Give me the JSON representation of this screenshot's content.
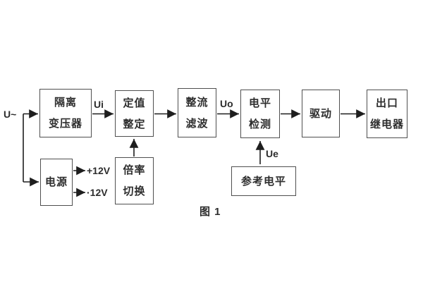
{
  "figure": {
    "caption": "图 1"
  },
  "signals": {
    "input": "U~",
    "ui": "Ui",
    "uo": "Uo",
    "ue": "Ue",
    "rail_pos": "+12V",
    "rail_neg": "·12V"
  },
  "blocks": {
    "isolation_transformer": {
      "line1": "隔离",
      "line2": "变压器"
    },
    "setting": {
      "line1": "定值",
      "line2": "整定"
    },
    "rectifier_filter": {
      "line1": "整流",
      "line2": "滤波"
    },
    "level_detect": {
      "line1": "电平",
      "line2": "检测"
    },
    "drive": {
      "label": "驱动"
    },
    "output_relay": {
      "line1": "出口",
      "line2": "继电器"
    },
    "power": {
      "label": "电源"
    },
    "ratio_switch": {
      "line1": "倍率",
      "line2": "切换"
    },
    "reference_level": {
      "label": "参考电平"
    }
  },
  "colors": {
    "background": "#ffffff",
    "box_border": "#4f4f4f",
    "wire": "#1e1e1e",
    "text": "#2d2d2d"
  }
}
